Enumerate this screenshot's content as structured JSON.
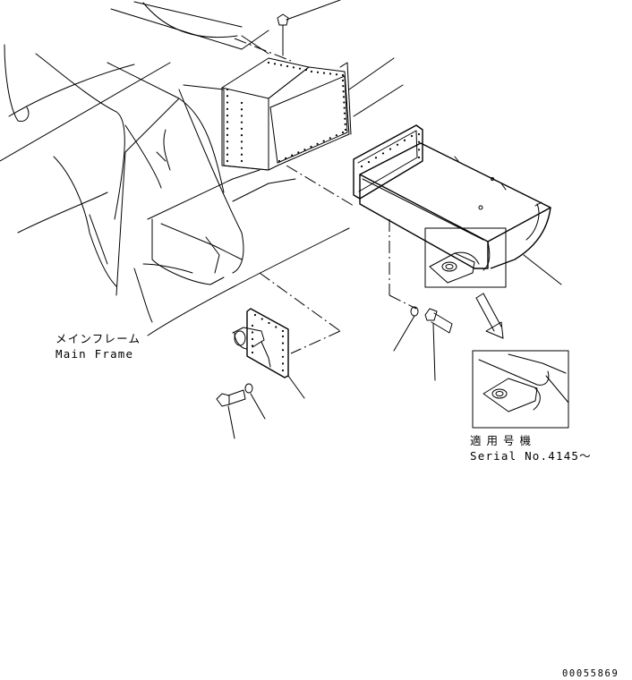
{
  "labels": {
    "main_frame_jp": "メインフレーム",
    "main_frame_en": "Main Frame",
    "serial_jp": "適用号機",
    "serial_en": "Serial No.4145～",
    "drawing_number": "00055869"
  },
  "colors": {
    "line": "#000000",
    "background": "#ffffff"
  }
}
